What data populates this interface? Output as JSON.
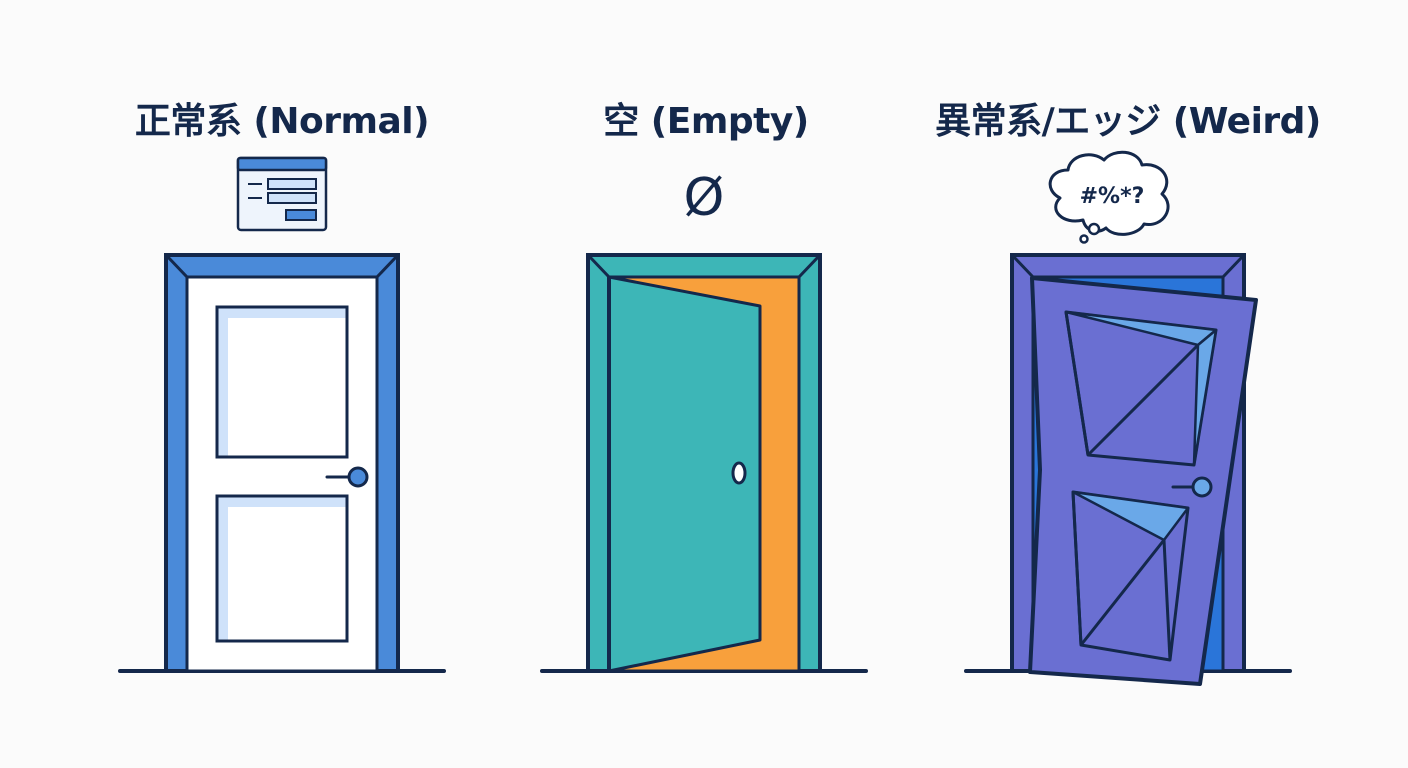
{
  "panels": [
    {
      "id": "normal",
      "title": "正常系 (Normal)"
    },
    {
      "id": "empty",
      "title": "空 (Empty)",
      "symbol": "Ø"
    },
    {
      "id": "weird",
      "title": "異常系/エッジ (Weird)",
      "thought": "#%*?"
    }
  ],
  "icons": {
    "normal": "form-window-icon",
    "empty": "empty-set-icon",
    "weird": "thought-bubble-icon"
  },
  "colors": {
    "outline": "#14284b",
    "normal_frame": "#4a8ad9",
    "normal_glass": "#cfe2fa",
    "empty_door": "#3db6b7",
    "empty_gap": "#f8a03c",
    "weird_door": "#6a6fd2",
    "weird_glass": "#6aa8e8",
    "weird_gap": "#2a75d9"
  }
}
